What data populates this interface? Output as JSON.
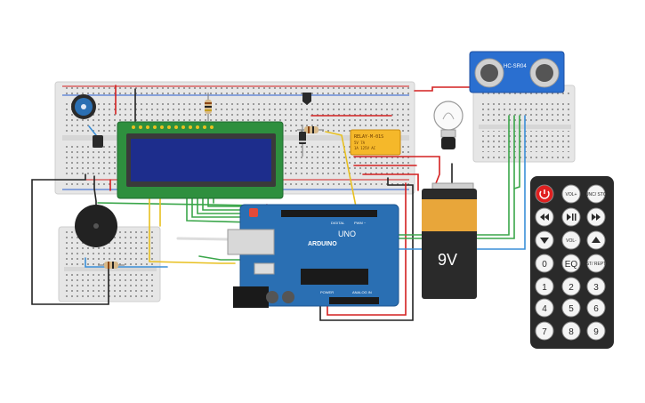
{
  "sensor": {
    "model": "HC-SR04"
  },
  "arduino": {
    "brand": "ARDUINO",
    "model": "UNO",
    "digital": "DIGITAL",
    "pwm": "PWM ~",
    "power": "POWER",
    "analog": "ANALOG IN"
  },
  "battery": {
    "label": "9V"
  },
  "relay": {
    "text": "RELAY-M-01S"
  },
  "remote": {
    "buttons": [
      {
        "label": "",
        "icon": "power-icon"
      },
      {
        "label": "VOL+"
      },
      {
        "label": "FUNC/ STOP"
      },
      {
        "label": "",
        "icon": "rewind-icon"
      },
      {
        "label": "",
        "icon": "play-pause-icon"
      },
      {
        "label": "",
        "icon": "fast-forward-icon"
      },
      {
        "label": "",
        "icon": "down-icon"
      },
      {
        "label": "VOL-"
      },
      {
        "label": "",
        "icon": "up-icon"
      },
      {
        "label": "0"
      },
      {
        "label": "EQ"
      },
      {
        "label": "ST/ REPT"
      },
      {
        "label": "1"
      },
      {
        "label": "2"
      },
      {
        "label": "3"
      },
      {
        "label": "4"
      },
      {
        "label": "5"
      },
      {
        "label": "6"
      },
      {
        "label": "7"
      },
      {
        "label": "8"
      },
      {
        "label": "9"
      }
    ]
  },
  "colors": {
    "breadboard": "#e6e6e6",
    "arduino": "#2a6fb3",
    "lcd_pcb": "#2e8f3e",
    "lcd_screen": "#1d2d8c",
    "remote": "#2a2a2a",
    "power_button": "#e02020",
    "wire_red": "#d42020",
    "wire_green": "#3aa64a",
    "wire_yellow": "#e8c020",
    "wire_blue": "#3a8fd8",
    "wire_black": "#222222"
  }
}
